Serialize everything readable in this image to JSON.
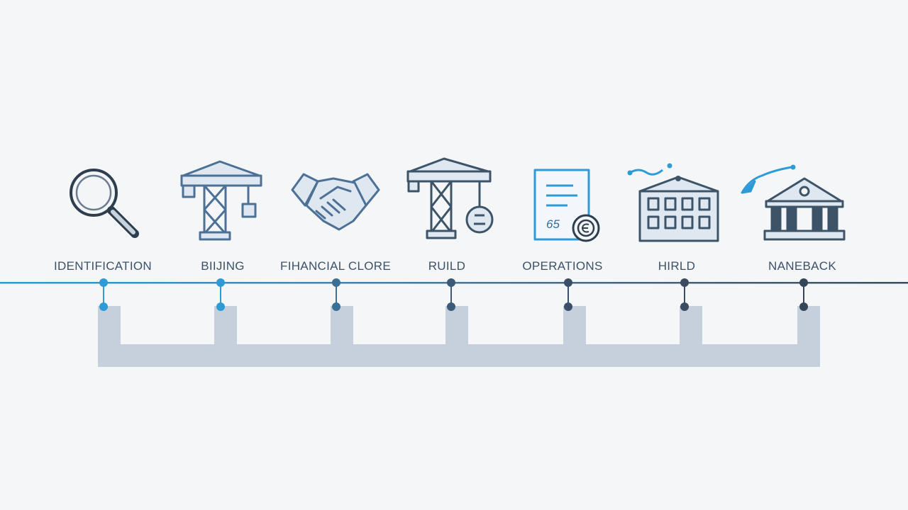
{
  "diagram": {
    "stages": [
      {
        "label": "IDENTIFICATION",
        "icon": "magnifier-icon"
      },
      {
        "label": "BIIJING",
        "icon": "crane-icon"
      },
      {
        "label": "FIHANCIAL CLORE",
        "icon": "handshake-icon"
      },
      {
        "label": "RUILD",
        "icon": "crane-with-bulb-icon"
      },
      {
        "label": "OPERATIONS",
        "icon": "contract-document-icon"
      },
      {
        "label": "HIRLD",
        "icon": "office-building-icon"
      },
      {
        "label": "NANEBACK",
        "icon": "bank-building-icon"
      }
    ],
    "document_text": "65",
    "colors": {
      "accent_blue": "#2e9bd6",
      "dark_slate": "#3b5068",
      "icon_fill": "#dfe7f0",
      "track_gray": "#c5d0dc",
      "background": "#f5f6f7"
    }
  }
}
